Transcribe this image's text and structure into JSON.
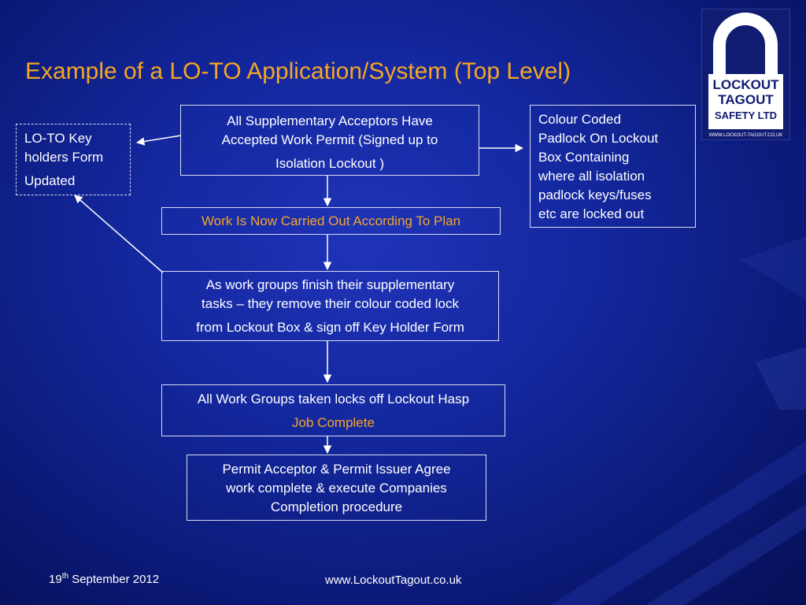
{
  "slide": {
    "title": "Example of a LO-TO Application/System (Top Level)"
  },
  "logo": {
    "line1": "LOCKOUT",
    "line2": "TAGOUT",
    "line3": "SAFETY LTD",
    "url": "WWW.LOCKOUT-TAGOUT.CO.UK"
  },
  "boxes": {
    "acceptors": {
      "line1": "All Supplementary Acceptors Have",
      "line2": "Accepted Work Permit (Signed up to",
      "line3": "Isolation Lockout )"
    },
    "key_holders": {
      "line1": "LO-TO Key",
      "line2": "holders Form",
      "line3": "Updated"
    },
    "padlock": {
      "line1": "Colour Coded",
      "line2": "Padlock On Lockout",
      "line3": "Box Containing",
      "line4": "where all isolation",
      "line5": "padlock keys/fuses",
      "line6": "etc are locked out"
    },
    "work_carried": {
      "line1": "Work Is Now Carried Out According To Plan"
    },
    "work_groups_finish": {
      "line1": "As work groups finish their supplementary",
      "line2": "tasks – they remove their colour coded lock",
      "line3": "from Lockout Box & sign off Key Holder Form"
    },
    "locks_off": {
      "line1": "All Work Groups taken locks off Lockout Hasp",
      "line2": "Job Complete"
    },
    "permit_agree": {
      "line1": "Permit Acceptor & Permit Issuer Agree",
      "line2": "work complete & execute Companies",
      "line3": "Completion procedure"
    }
  },
  "footer": {
    "day": "19",
    "day_suffix": "th",
    "month_year": " September 2012",
    "website": "www.LockoutTagout.co.uk"
  },
  "colors": {
    "title": "#f5a623",
    "background": "#1428a0",
    "box_border": "#d8dcf0",
    "text": "#ffffff"
  }
}
